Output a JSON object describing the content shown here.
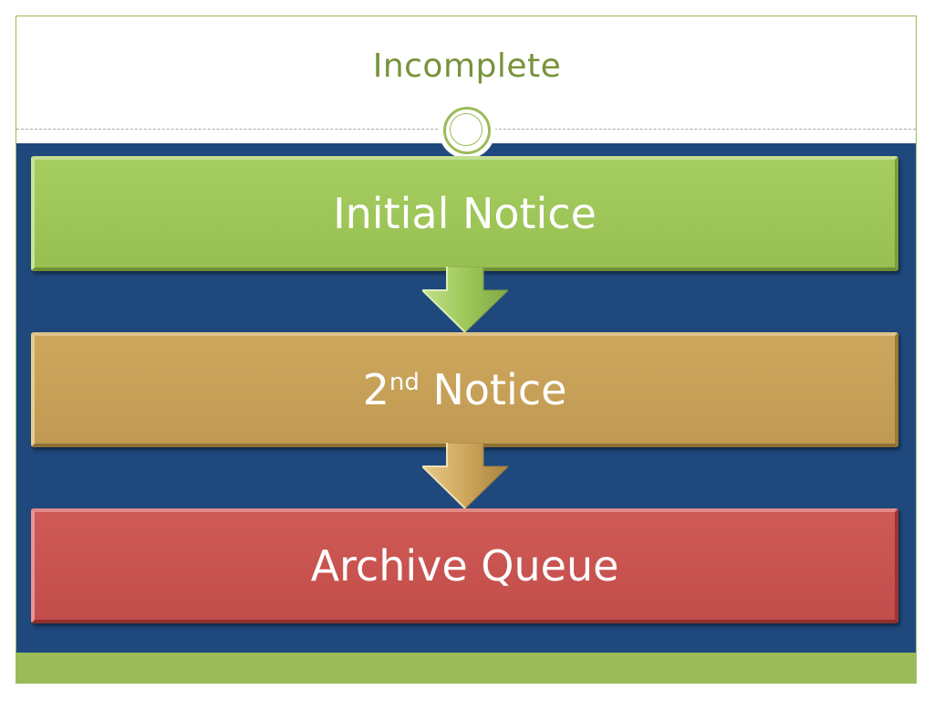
{
  "slide": {
    "title": "Incomplete"
  },
  "steps": [
    {
      "label": "Initial Notice",
      "color": "#9bbb59"
    },
    {
      "label_base": "2",
      "label_superscript": "nd",
      "label_rest": " Notice",
      "color": "#c49e58"
    },
    {
      "label": "Archive Queue",
      "color": "#c9504d"
    }
  ],
  "colors": {
    "accent": "#9bbb59",
    "title": "#77933c",
    "content_background": "#1f497d"
  },
  "icons": {
    "ornament": "circle-ornament-icon",
    "connector": "down-arrow-icon"
  }
}
